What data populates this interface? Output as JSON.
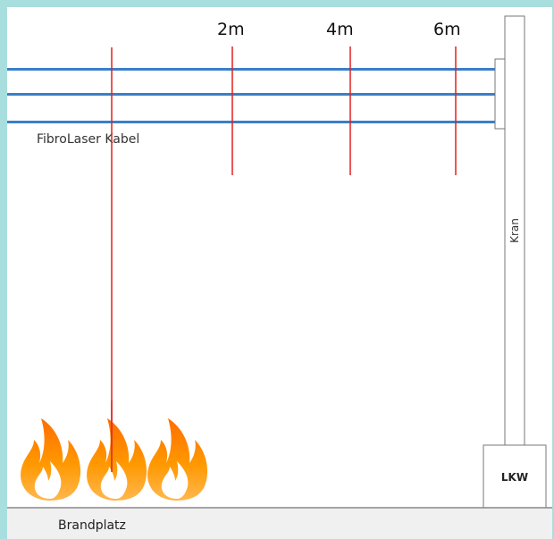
{
  "distances": [
    {
      "label": "2m"
    },
    {
      "label": "4m"
    },
    {
      "label": "6m"
    }
  ],
  "cable_label": "FibroLaser Kabel",
  "crane_label": "Kran",
  "truck_label": "LKW",
  "ground_label": "Brandplatz",
  "flames": [
    {
      "icon": "flame-icon"
    },
    {
      "icon": "flame-icon"
    },
    {
      "icon": "flame-icon"
    }
  ],
  "colors": {
    "background_border": "#a9dede",
    "cable": "#3a7fc9",
    "marker_line": "#e02020",
    "structure_stroke": "#777777",
    "flame_outer": "#f57c00",
    "flame_inner": "#ffd54f"
  }
}
